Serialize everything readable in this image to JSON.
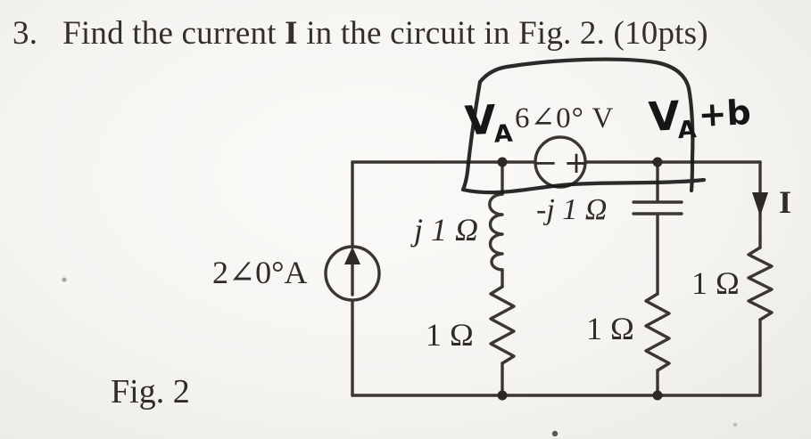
{
  "title": {
    "number": "3.",
    "prefix": "Find the current ",
    "emphasis": "I",
    "suffix": " in the circuit in Fig. 2. (10pts)"
  },
  "figure": {
    "caption": "Fig. 2"
  },
  "circuit": {
    "current_source": {
      "label": "2∠0°A"
    },
    "voltage_source": {
      "label": "6∠0° V",
      "minus": "−",
      "plus": "+"
    },
    "inductor": {
      "label": "j 1 Ω"
    },
    "capacitor": {
      "label": "-j 1 Ω"
    },
    "resistor_mid_left": {
      "label": "1 Ω"
    },
    "resistor_mid_right": {
      "label": "1 Ω"
    },
    "resistor_right": {
      "label": "1 Ω"
    },
    "output_current": {
      "label": "I"
    }
  },
  "handwriting": {
    "left_node": {
      "main": "V",
      "sub": "A"
    },
    "right_node": {
      "main": "V",
      "sub": "A",
      "suffix": "+b"
    }
  },
  "colors": {
    "ink_printed": "#332f2c",
    "ink_handwritten": "#161616",
    "paper": "#f6f4f1"
  }
}
